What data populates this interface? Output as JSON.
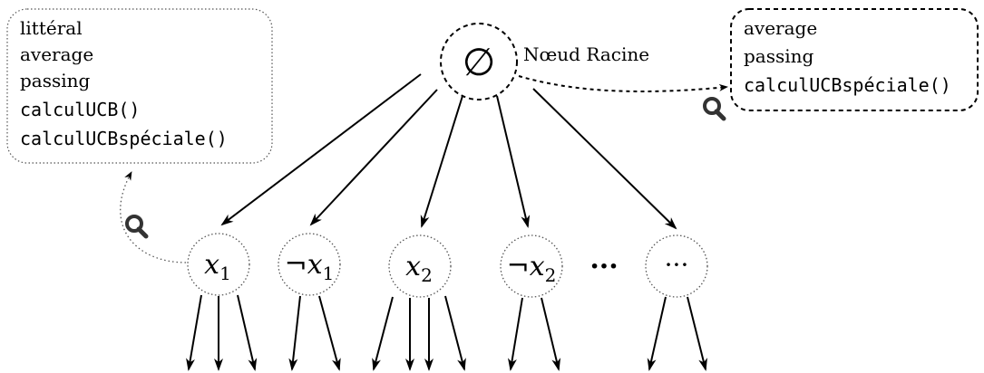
{
  "root": {
    "symbol": "∅",
    "label": "Nœud Racine"
  },
  "left_box": {
    "lines": [
      {
        "text": "littéral",
        "style": "serif"
      },
      {
        "text": "average",
        "style": "serif"
      },
      {
        "text": "passing",
        "style": "serif"
      },
      {
        "text": "calculUCB()",
        "style": "mono"
      },
      {
        "text": "calculUCBspéciale()",
        "style": "mono"
      }
    ]
  },
  "right_box": {
    "lines": [
      {
        "text": "average",
        "style": "serif"
      },
      {
        "text": "passing",
        "style": "serif"
      },
      {
        "text": "calculUCBspéciale()",
        "style": "mono"
      }
    ]
  },
  "children": [
    {
      "neg": "",
      "var": "x",
      "sub": "1"
    },
    {
      "neg": "¬",
      "var": "x",
      "sub": "1"
    },
    {
      "neg": "",
      "var": "x",
      "sub": "2"
    },
    {
      "neg": "¬",
      "var": "x",
      "sub": "2"
    },
    {
      "neg": "",
      "var": "",
      "sub": "",
      "text": "···"
    }
  ],
  "between_dots": "···",
  "icons": {
    "left_magnifier": "search-icon",
    "right_magnifier": "search-icon"
  }
}
